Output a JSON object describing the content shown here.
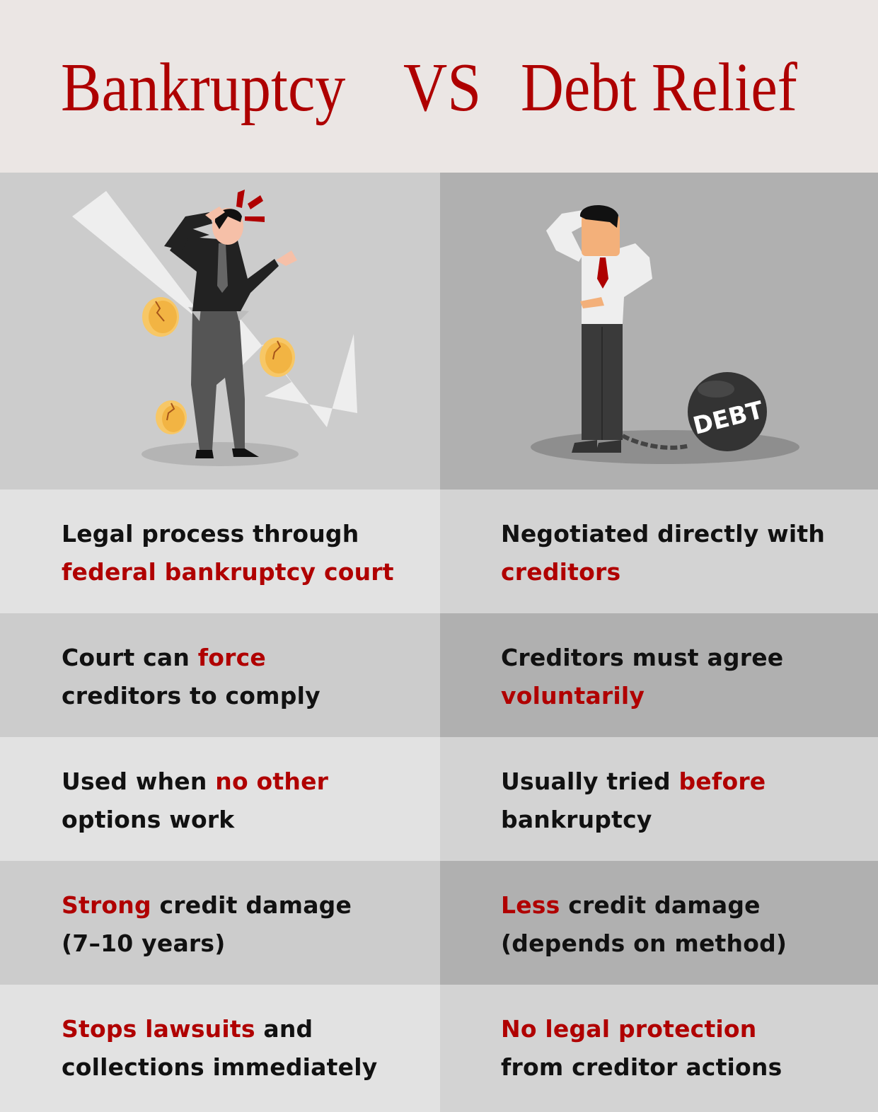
{
  "header": {
    "left_title": "Bankruptcy",
    "vs": "VS",
    "right_title": "Debt Relief"
  },
  "colors": {
    "accent_red": "#b00000",
    "header_bg": "#ebe6e4",
    "left_light": "#e2e2e2",
    "left_dark": "#cccccc",
    "right_light": "#d3d3d3",
    "right_dark": "#b0b0b0"
  },
  "illustrations": {
    "left": "stressed-man-falling-arrow-cracked-coins",
    "right": "man-chained-to-debt-ball",
    "ball_label": "DEBT"
  },
  "rows": [
    {
      "left": {
        "l1_pre": "Legal process through",
        "l1_hl": "",
        "l1_post": "",
        "l2_pre": "",
        "l2_hl": "federal bankruptcy court",
        "l2_post": ""
      },
      "right": {
        "l1_pre": "Negotiated directly with",
        "l1_hl": "",
        "l1_post": "",
        "l2_pre": "",
        "l2_hl": "creditors",
        "l2_post": ""
      }
    },
    {
      "left": {
        "l1_pre": "Court can ",
        "l1_hl": "force",
        "l1_post": "",
        "l2_pre": "creditors to comply",
        "l2_hl": "",
        "l2_post": ""
      },
      "right": {
        "l1_pre": "Creditors must agree",
        "l1_hl": "",
        "l1_post": "",
        "l2_pre": "",
        "l2_hl": "voluntarily",
        "l2_post": ""
      }
    },
    {
      "left": {
        "l1_pre": "Used when ",
        "l1_hl": "no other",
        "l1_post": "",
        "l2_pre": "options work",
        "l2_hl": "",
        "l2_post": ""
      },
      "right": {
        "l1_pre": "Usually tried ",
        "l1_hl": "before",
        "l1_post": "",
        "l2_pre": "bankruptcy",
        "l2_hl": "",
        "l2_post": ""
      }
    },
    {
      "left": {
        "l1_pre": "",
        "l1_hl": "Strong",
        "l1_post": " credit damage",
        "l2_pre": "(7–10 years)",
        "l2_hl": "",
        "l2_post": ""
      },
      "right": {
        "l1_pre": "",
        "l1_hl": "Less",
        "l1_post": " credit damage",
        "l2_pre": "(depends on method)",
        "l2_hl": "",
        "l2_post": ""
      }
    },
    {
      "left": {
        "l1_pre": "",
        "l1_hl": "Stops lawsuits",
        "l1_post": " and",
        "l2_pre": "collections immediately",
        "l2_hl": "",
        "l2_post": ""
      },
      "right": {
        "l1_pre": "",
        "l1_hl": "No legal protection",
        "l1_post": "",
        "l2_pre": "from creditor actions",
        "l2_hl": "",
        "l2_post": ""
      }
    }
  ]
}
